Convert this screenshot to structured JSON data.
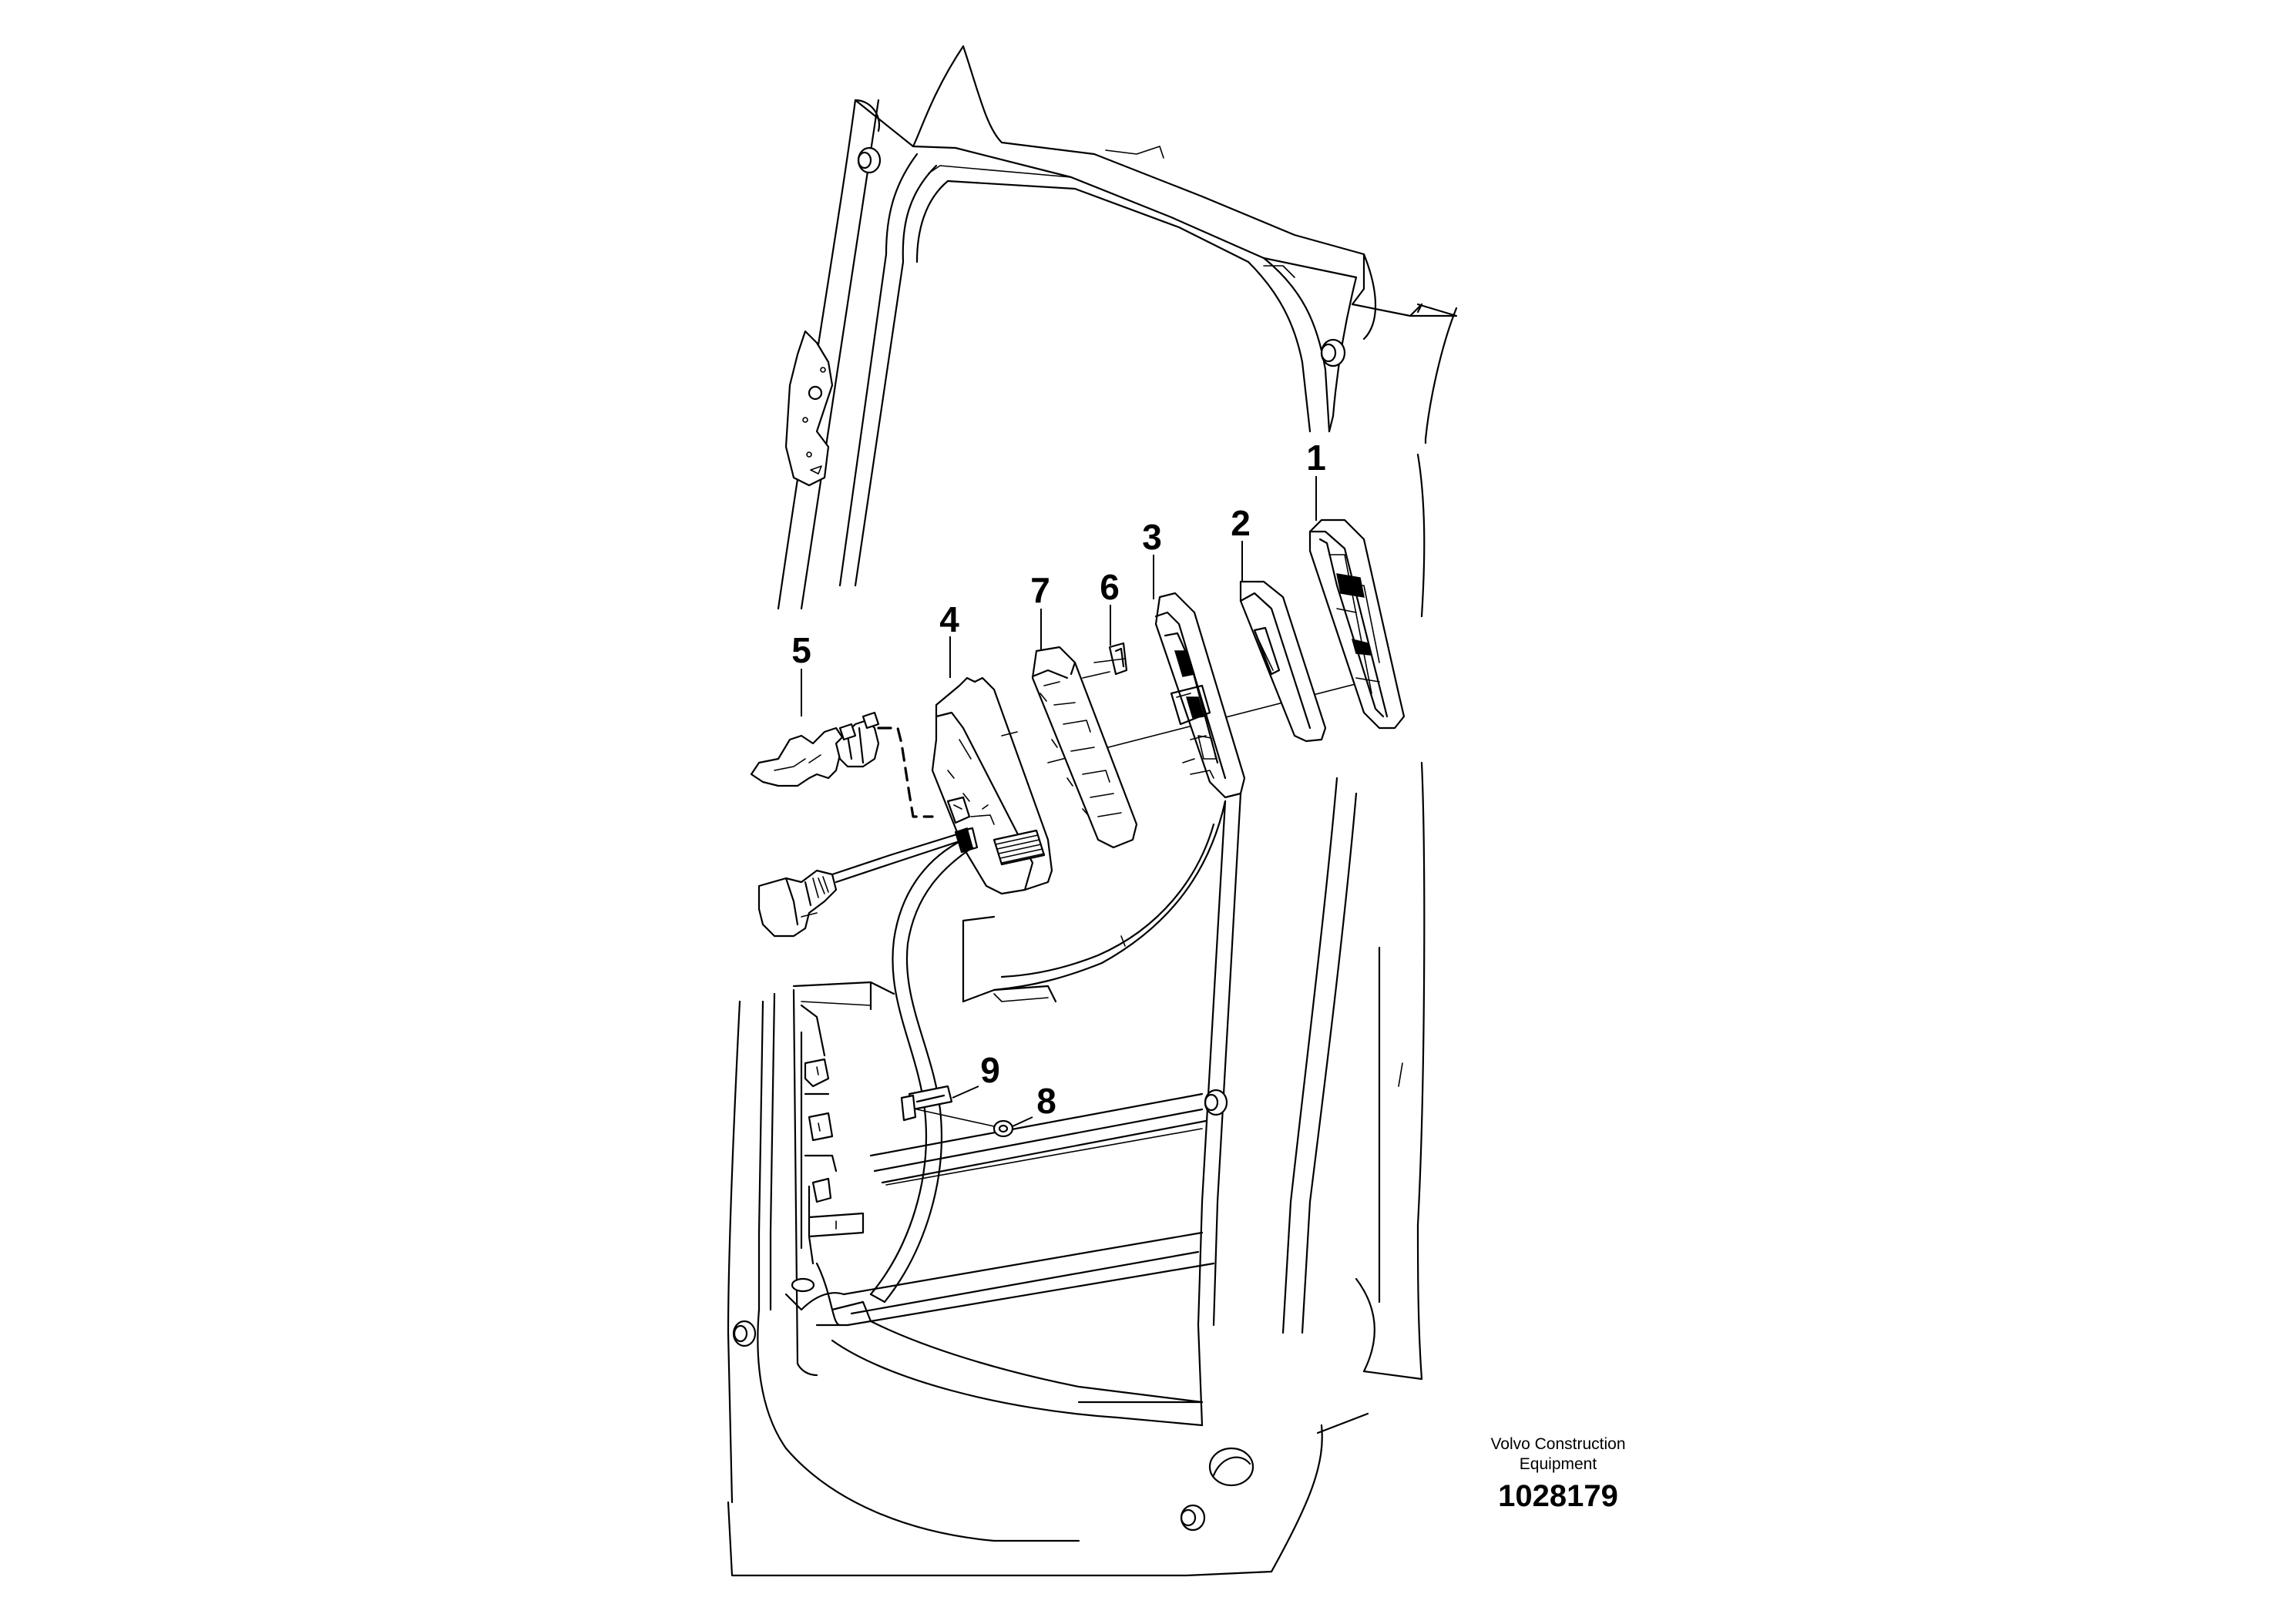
{
  "callouts": [
    {
      "id": "1",
      "text": "1"
    },
    {
      "id": "2",
      "text": "2"
    },
    {
      "id": "3",
      "text": "3"
    },
    {
      "id": "4",
      "text": "4"
    },
    {
      "id": "5",
      "text": "5"
    },
    {
      "id": "6",
      "text": "6"
    },
    {
      "id": "7",
      "text": "7"
    },
    {
      "id": "8",
      "text": "8"
    },
    {
      "id": "9",
      "text": "9"
    }
  ],
  "footer": {
    "manufacturer_line1": "Volvo Construction",
    "manufacturer_line2": "Equipment",
    "drawing_number": "1028179"
  }
}
